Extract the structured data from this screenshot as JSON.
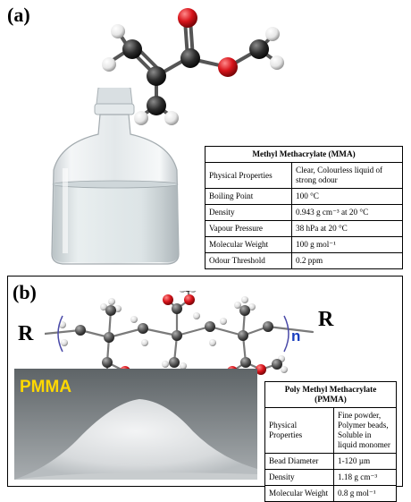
{
  "panel_a": {
    "label": "(a)",
    "table": {
      "title": "Methyl Methacrylate (MMA)",
      "rows": [
        {
          "property": "Physical Properties",
          "value": "Clear, Colourless liquid of strong odour"
        },
        {
          "property": "Boiling Point",
          "value": "100 °C"
        },
        {
          "property": "Density",
          "value": "0.943 g cm⁻³ at 20 °C"
        },
        {
          "property": "Vapour Pressure",
          "value": "38 hPa at 20 °C"
        },
        {
          "property": "Molecular Weight",
          "value": "100 g mol⁻¹"
        },
        {
          "property": "Odour Threshold",
          "value": "0.2 ppm"
        }
      ]
    }
  },
  "panel_b": {
    "label": "(b)",
    "r_left": "R",
    "r_right": "R",
    "repeat_subscript": "n",
    "photo_label": "PMMA",
    "table": {
      "title": "Poly Methyl Methacrylate (PMMA)",
      "rows": [
        {
          "property": "Physical Properties",
          "value": "Fine powder, Polymer beads, Soluble in liquid monomer"
        },
        {
          "property": "Bead Diameter",
          "value": "1-120 µm"
        },
        {
          "property": "Density",
          "value": "1.18 g cm⁻³"
        },
        {
          "property": "Molecular Weight",
          "value": "0.8 g mol⁻¹"
        }
      ]
    }
  },
  "colors": {
    "carbon": "#2b2b2b",
    "oxygen": "#d8141b",
    "hydrogen": "#ededed",
    "photo_label": "#ffd800",
    "bracket": "#4a4aa8"
  }
}
